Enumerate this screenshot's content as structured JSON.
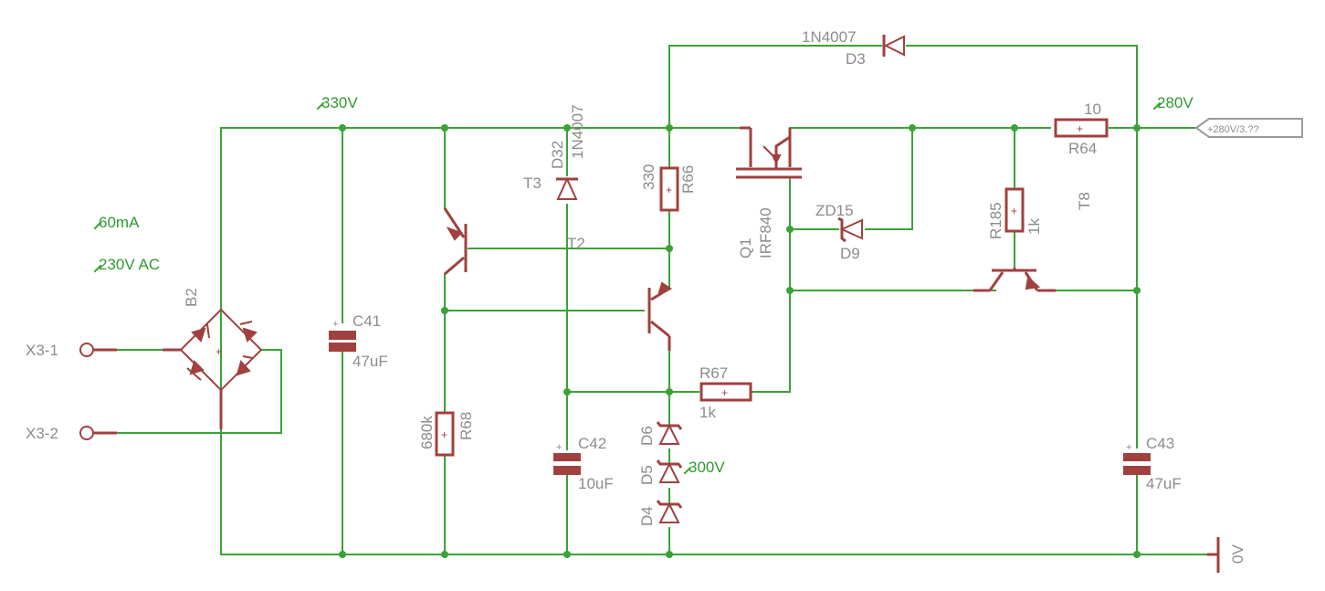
{
  "net_labels": {
    "v330": "330V",
    "v280": "280V",
    "ma60": "60mA",
    "vac230": "230V AC",
    "v300": "300V",
    "gnd": "0V",
    "out_port": "+280V/3.??"
  },
  "components": {
    "x3_1": "X3-1",
    "x3_2": "X3-2",
    "b2": "B2",
    "c41_name": "C41",
    "c41_value": "47uF",
    "r68_name": "R68",
    "r68_value": "680k",
    "d32_name": "D32",
    "d32_value": "1N4007",
    "t3": "T3",
    "t2": "T2",
    "r66_name": "R66",
    "r66_value": "330",
    "c42_name": "C42",
    "c42_value": "10uF",
    "r67_name": "R67",
    "r67_value": "1k",
    "d6": "D6",
    "d5": "D5",
    "d4": "D4",
    "q1_name": "Q1",
    "q1_value": "IRF840",
    "d3_name": "D3",
    "d3_value": "1N4007",
    "d9_name": "D9",
    "d9_value": "ZD15",
    "r64_name": "R64",
    "r64_value": "10",
    "r185_name": "R185",
    "r185_value": "1k",
    "t8": "T8",
    "c43_name": "C43",
    "c43_value": "47uF"
  },
  "colors": {
    "wire": "#3aa335",
    "part": "#a0413f",
    "label": "#8c8c8c",
    "net_label": "#2f9a2f"
  }
}
